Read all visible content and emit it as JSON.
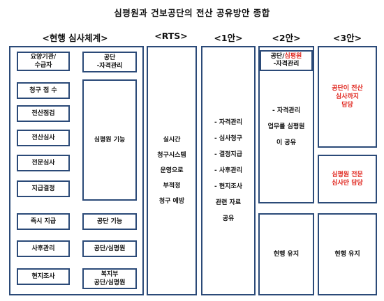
{
  "title": "심평원과 건보공단의 전산 공유방안 종합",
  "headers": {
    "current": "<현행 심사체계>",
    "rts": "<RTS>",
    "plan1": "<1안>",
    "plan2": "<2안>",
    "plan3": "<3안>"
  },
  "current": {
    "left_boxes": [
      "요양기관/\n수급자",
      "청구 접 수",
      "전산점검",
      "전산심사",
      "전문심사",
      "지급결정",
      "즉시 지급",
      "사후관리",
      "현지조사"
    ],
    "right_boxes": [
      "공단\n-자격관리",
      "심평원 기능",
      "공단 기능",
      "공단/심평원",
      "복지부\n공단/심평원"
    ]
  },
  "rts": {
    "lines": [
      "실시간",
      "청구시스템",
      "운영으로",
      "부적정",
      "청구 예방"
    ]
  },
  "plan1": {
    "lines": [
      "-  자격관리",
      "-  심사청구",
      "-  결정지급",
      "-  사후관리",
      "-  현지조사",
      "관련 자료",
      "공유"
    ]
  },
  "plan2": {
    "top_label_a": "공단/",
    "top_label_red": "심평원",
    "top_label_b": "-자격관리",
    "desc": [
      "-  자격관리",
      "업무를 심평원",
      "이 공유"
    ],
    "bottom": "현행 유지"
  },
  "plan3": {
    "top": "공단이 전산\n심사까지\n담당",
    "middle": "심평원 전문\n심사만 담당",
    "bottom": "현행 유지"
  },
  "colors": {
    "border": "#2b4a78",
    "emphasis": "#e0241c"
  }
}
